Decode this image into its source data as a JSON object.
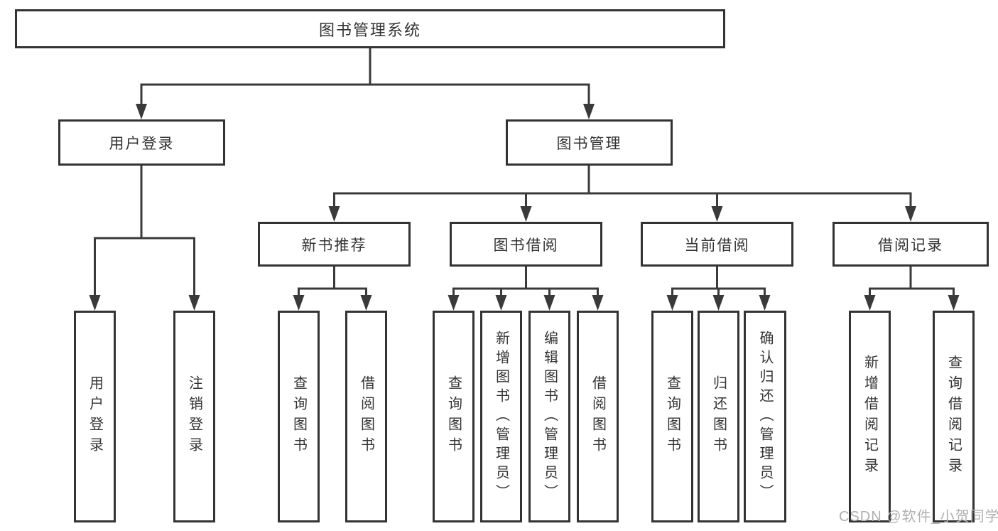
{
  "tree": {
    "root": "图书管理系统",
    "children": [
      {
        "label": "用户登录",
        "children": [
          {
            "label": "用户登录"
          },
          {
            "label": "注销登录"
          }
        ]
      },
      {
        "label": "图书管理",
        "children": [
          {
            "label": "新书推荐",
            "children": [
              {
                "label": "查询图书"
              },
              {
                "label": "借阅图书"
              }
            ]
          },
          {
            "label": "图书借阅",
            "children": [
              {
                "label": "查询图书"
              },
              {
                "label": "新增图书（管理员）"
              },
              {
                "label": "编辑图书（管理员）"
              },
              {
                "label": "借阅图书"
              }
            ]
          },
          {
            "label": "当前借阅",
            "children": [
              {
                "label": "查询图书"
              },
              {
                "label": "归还图书"
              },
              {
                "label": "确认归还（管理员）"
              }
            ]
          },
          {
            "label": "借阅记录",
            "children": [
              {
                "label": "新增借阅记录"
              },
              {
                "label": "查询借阅记录"
              }
            ]
          }
        ]
      }
    ]
  },
  "watermark": "CSDN @软件_小贺同学",
  "colors": {
    "box_border": "#333333",
    "line": "#3a3a3a",
    "text": "#333333",
    "background": "#ffffff",
    "watermark": "#b0b0b0"
  }
}
